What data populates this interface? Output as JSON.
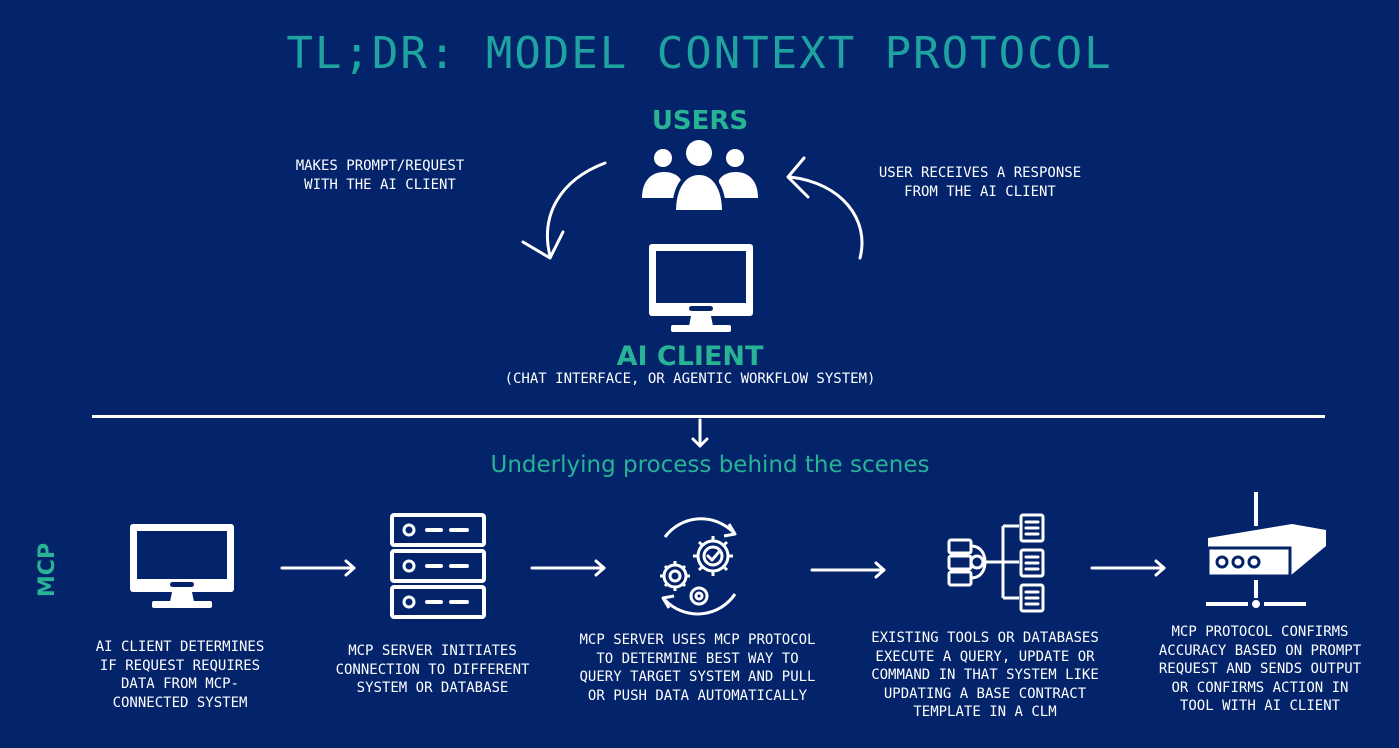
{
  "title": "TL;DR: MODEL CONTEXT PROTOCOL",
  "users": {
    "label": "USERS",
    "icon": "users-group-icon"
  },
  "left_note": "MAKES PROMPT/REQUEST\nWITH THE AI CLIENT",
  "right_note": "USER RECEIVES A RESPONSE\nFROM THE AI CLIENT",
  "ai_client": {
    "label": "AI CLIENT",
    "sublabel": "(CHAT INTERFACE, OR AGENTIC WORKFLOW SYSTEM)",
    "icon": "monitor-icon"
  },
  "subtitle": "Underlying process behind the scenes",
  "side_label": "MCP",
  "steps": [
    {
      "icon": "monitor-icon",
      "text": "AI CLIENT DETERMINES\nIF REQUEST REQUIRES\nDATA FROM MCP-\nCONNECTED SYSTEM"
    },
    {
      "icon": "server-stack-icon",
      "text": "MCP SERVER INITIATES\nCONNECTION TO DIFFERENT\nSYSTEM OR DATABASE"
    },
    {
      "icon": "gears-cycle-icon",
      "text": "MCP SERVER USES MCP PROTOCOL\nTO DETERMINE BEST WAY TO\nQUERY TARGET SYSTEM AND PULL\nOR PUSH DATA AUTOMATICALLY"
    },
    {
      "icon": "database-tools-icon",
      "text": "EXISTING TOOLS OR DATABASES\nEXECUTE A QUERY, UPDATE OR\nCOMMAND IN THAT SYSTEM LIKE\nUPDATING A BASE CONTRACT\nTEMPLATE IN A CLM"
    },
    {
      "icon": "router-icon",
      "text": "MCP PROTOCOL CONFIRMS\nACCURACY BASED ON PROMPT\nREQUEST AND SENDS OUTPUT\nOR CONFIRMS ACTION IN\nTOOL WITH AI CLIENT"
    }
  ],
  "colors": {
    "background": "#03236a",
    "title": "#1fa3a0",
    "accent_green": "#27b394",
    "foreground": "#ffffff"
  }
}
